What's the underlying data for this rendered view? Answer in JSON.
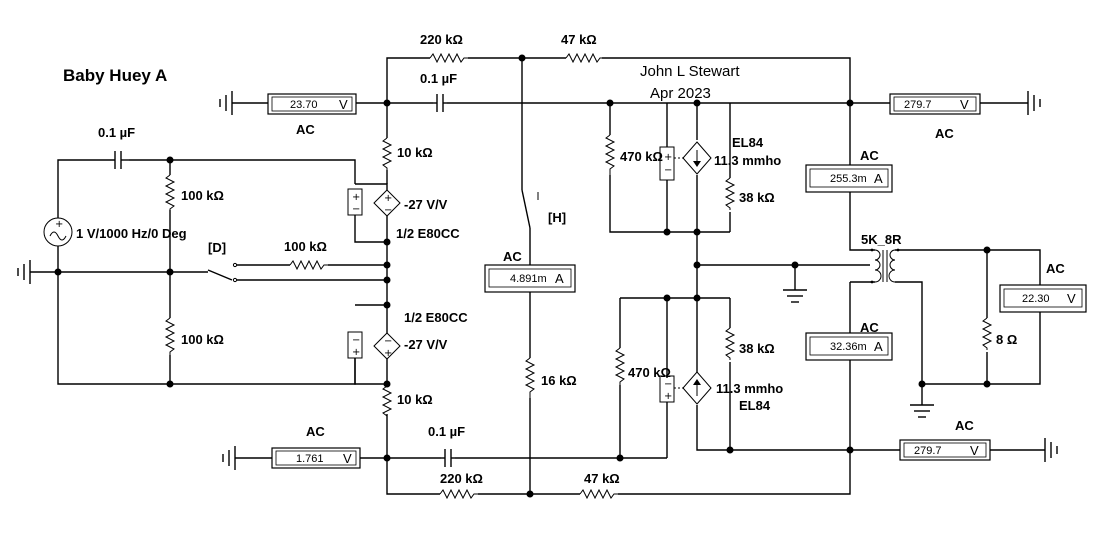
{
  "title": "Baby Huey A",
  "author": "John L Stewart",
  "date": "Apr 2023",
  "source": {
    "label": "1 V/1000 Hz/0 Deg"
  },
  "switches": {
    "d": "[D]",
    "h": "[H]"
  },
  "capacitors": {
    "input": "0.1 µF",
    "top_coupling": "0.1 µF",
    "bottom_coupling": "0.1 µF"
  },
  "resistors": {
    "top_220k": "220 kΩ",
    "top_47k": "47 kΩ",
    "input_upper_100k": "100 kΩ",
    "input_lower_100k": "100 kΩ",
    "feedback_100k": "100 kΩ",
    "upper_plate_10k": "10 kΩ",
    "lower_plate_10k": "10 kΩ",
    "tail_16k": "16 kΩ",
    "upper_grid_470k": "470 kΩ",
    "lower_grid_470k": "470 kΩ",
    "upper_cathode_38k": "38 kΩ",
    "lower_cathode_38k": "38 kΩ",
    "bottom_220k": "220 kΩ",
    "bottom_47k": "47 kΩ",
    "load_8": "8 Ω"
  },
  "sources": {
    "upper_vcvs_gain": "-27 V/V",
    "upper_vcvs_name": "1/2 E80CC",
    "lower_vcvs_gain": "-27 V/V",
    "lower_vcvs_name": "1/2 E80CC",
    "upper_vccs_name": "EL84",
    "upper_vccs_gm": "11.3 mmho",
    "lower_vccs_name": "EL84",
    "lower_vccs_gm": "11.3 mmho"
  },
  "transformer": {
    "label": "5K_8R"
  },
  "meters": {
    "v_top_left": {
      "value": "23.70",
      "unit": "V",
      "mode": "AC"
    },
    "v_top_right": {
      "value": "279.7",
      "unit": "V",
      "mode": "AC"
    },
    "i_upper_plate": {
      "value": "255.3m",
      "unit": "A",
      "mode": "AC"
    },
    "i_tail": {
      "value": "4.891m",
      "unit": "A",
      "mode": "AC"
    },
    "i_lower_plate": {
      "value": "32.36m",
      "unit": "A",
      "mode": "AC"
    },
    "v_output": {
      "value": "22.30",
      "unit": "V",
      "mode": "AC"
    },
    "v_bottom_left": {
      "value": "1.761",
      "unit": "V",
      "mode": "AC"
    },
    "v_bottom_right": {
      "value": "279.7",
      "unit": "V",
      "mode": "AC"
    }
  }
}
